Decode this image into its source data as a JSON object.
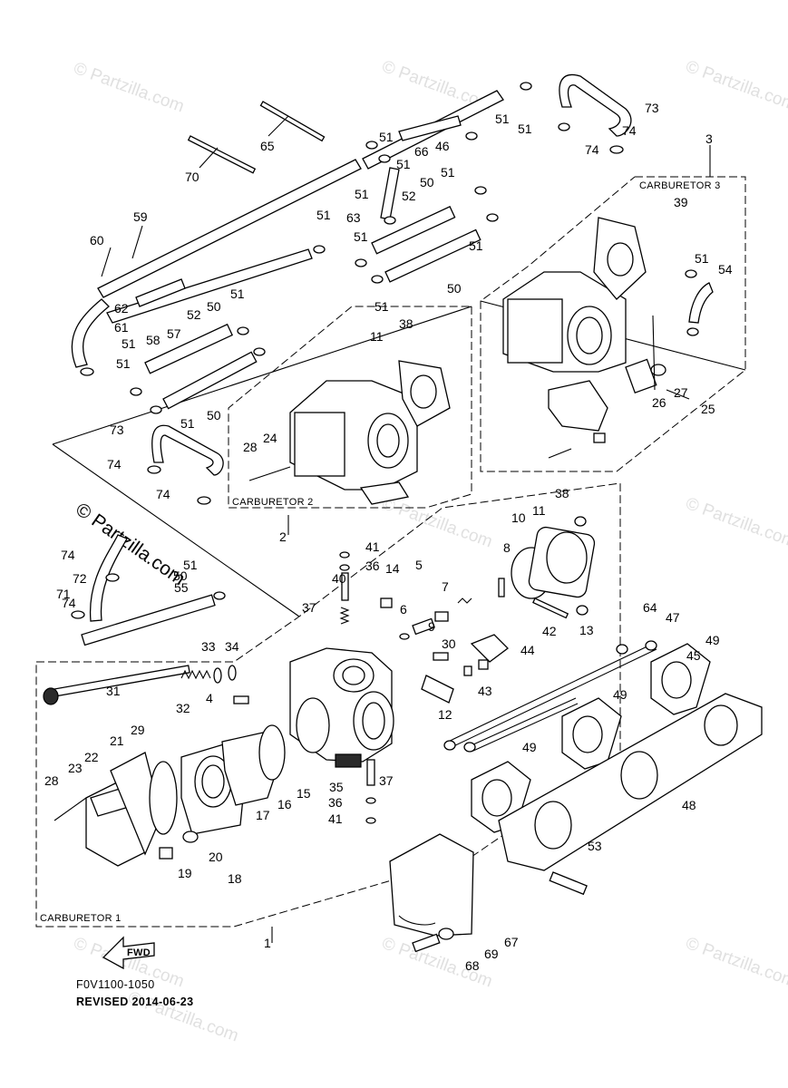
{
  "watermark": "© Partzilla.com",
  "groups": {
    "carb1": "CARBURETOR 1",
    "carb2": "CARBURETOR 2",
    "carb3": "CARBURETOR 3"
  },
  "fwd_label": "FWD",
  "footer": {
    "drawing_no": "F0V1100-1050",
    "revised": "REVISED 2014-06-23"
  },
  "callouts": [
    "73",
    "74",
    "74",
    "3",
    "65",
    "51",
    "51",
    "51",
    "66",
    "46",
    "51",
    "70",
    "51",
    "63",
    "51",
    "52",
    "50",
    "51",
    "59",
    "60",
    "51",
    "51",
    "51",
    "50",
    "54",
    "51",
    "62",
    "61",
    "58",
    "57",
    "52",
    "50",
    "51",
    "51",
    "51",
    "38",
    "11",
    "50",
    "73",
    "51",
    "24",
    "28",
    "74",
    "74",
    "2",
    "26",
    "27",
    "25",
    "39",
    "38",
    "11",
    "10",
    "8",
    "41",
    "36",
    "40",
    "14",
    "5",
    "7",
    "6",
    "9",
    "37",
    "74",
    "72",
    "71",
    "74",
    "55",
    "51",
    "50",
    "30",
    "44",
    "42",
    "13",
    "64",
    "47",
    "45",
    "49",
    "33",
    "34",
    "4",
    "43",
    "32",
    "12",
    "31",
    "29",
    "21",
    "22",
    "28",
    "23",
    "35",
    "36",
    "41",
    "37",
    "49",
    "49",
    "15",
    "16",
    "17",
    "19",
    "20",
    "18",
    "48",
    "53",
    "67",
    "69",
    "68",
    "1"
  ]
}
